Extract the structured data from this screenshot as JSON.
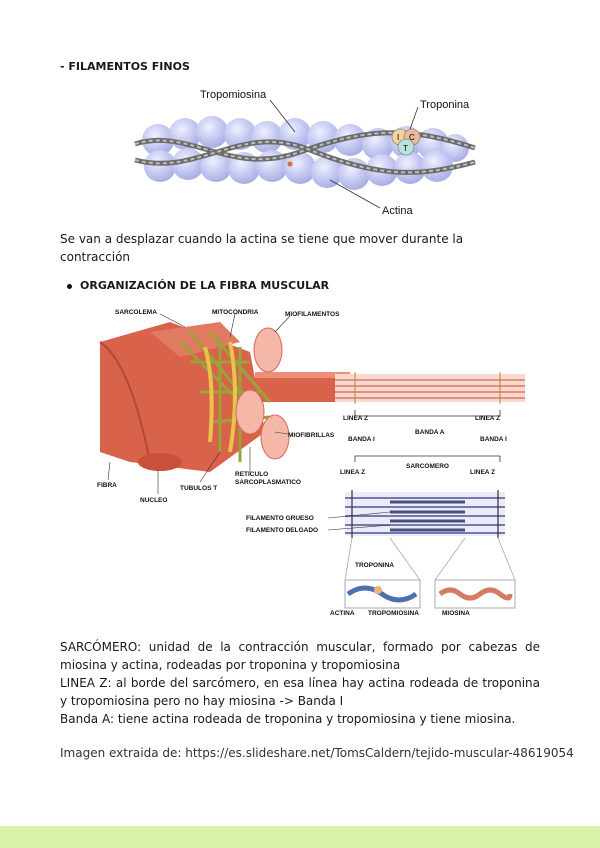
{
  "section_filamentos": {
    "title": "- FILAMENTOS FINOS",
    "figure_labels": {
      "tropomiosina": "Tropomiosina",
      "troponina": "Troponina",
      "actina": "Actina",
      "i": "I",
      "c": "C",
      "t": "T"
    },
    "caption": "Se van a desplazar cuando la actina se tiene que mover durante la contracción"
  },
  "section_organizacion": {
    "title": "ORGANIZACIÓN DE LA FIBRA MUSCULAR",
    "figure_labels": {
      "sarcolema": "SARCOLEMA",
      "mitocondria": "MITOCONDRIA",
      "miofilamentos": "MIOFILAMENTOS",
      "miofibrillas": "MIOFIBRILLAS",
      "fibra": "FIBRA",
      "nucleo": "NUCLEO",
      "tubulos_t": "TUBULOS T",
      "reticulo_1": "RETICULO",
      "reticulo_2": "SARCOPLASMATICO",
      "linea_z_left": "LINEA Z",
      "linea_z_right": "LINEA Z",
      "banda_a": "BANDA A",
      "banda_i_left": "BANDA I",
      "banda_i_right": "BANDA I",
      "sarcomero": "SARCOMERO",
      "linea_z_lower_left": "LINEA Z",
      "linea_z_lower_right": "LINEA Z",
      "filamento_grueso": "FILAMENTO GRUESO",
      "filamento_delgado": "FILAMENTO DELGADO",
      "troponina": "TROPONINA",
      "actina": "ACTINA",
      "tropomiosina": "TROPOMIOSINA",
      "miosina": "MIOSINA"
    }
  },
  "definitions": [
    "SARCÓMERO: unidad de la contracción muscular, formado por cabezas de miosina y actina, rodeadas por troponina y tropomiosina",
    "LINEA Z: al borde del sarcómero, en esa línea hay actina rodeada de troponina y tropomiosina pero no hay miosina -> Banda I",
    "Banda A: tiene actina rodeada de troponina y tropomiosina y tiene miosina."
  ],
  "source": "Imagen extraida de: https://es.slideshare.net/TomsCaldern/tejido-muscular-48619054",
  "colors": {
    "footer": "#d8f3a8",
    "actin": "#c9cdf0",
    "muscle": "#d9634a"
  }
}
